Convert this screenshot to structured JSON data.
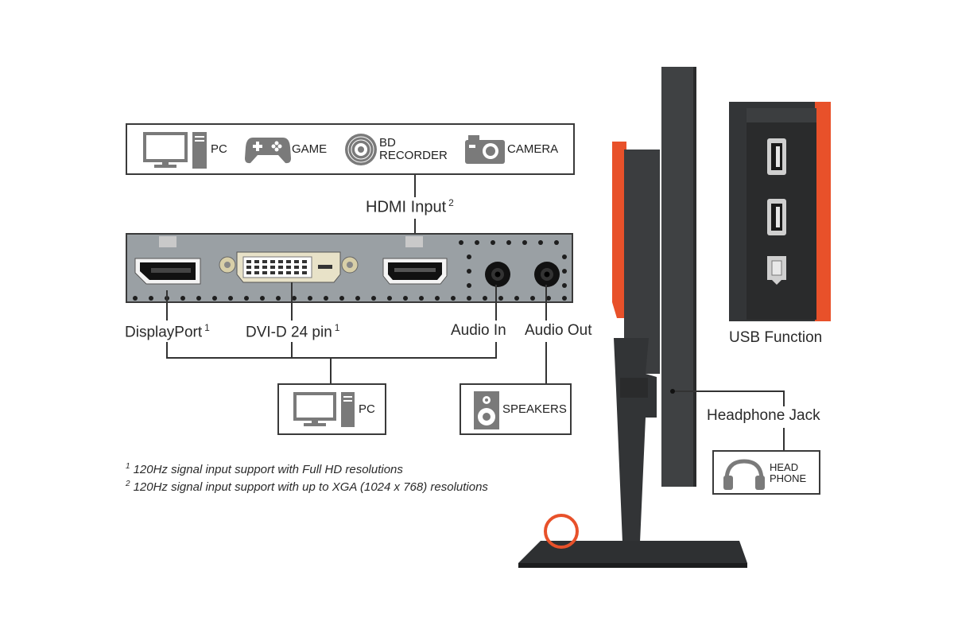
{
  "devices_top": {
    "pc": "PC",
    "game": "GAME",
    "bd_recorder_line1": "BD",
    "bd_recorder_line2": "RECORDER",
    "camera": "CAMERA"
  },
  "hdmi_input": {
    "label": "HDMI Input",
    "sup": "2"
  },
  "ports": {
    "displayport": {
      "label": "DisplayPort",
      "sup": "1"
    },
    "dvi": {
      "label": "DVI-D 24 pin",
      "sup": "1"
    },
    "audio_in": {
      "label": "Audio In"
    },
    "audio_out": {
      "label": "Audio Out"
    }
  },
  "bottom_boxes": {
    "pc": "PC",
    "speakers": "SPEAKERS"
  },
  "usb_function": "USB Function",
  "headphone_jack": "Headphone Jack",
  "headphone_box": {
    "line1": "HEAD",
    "line2": "PHONE"
  },
  "footnotes": [
    {
      "num": "1",
      "text": "120Hz signal input support with Full HD resolutions"
    },
    {
      "num": "2",
      "text": "120Hz signal input support with up to XGA (1024 x 768) resolutions"
    }
  ],
  "colors": {
    "accent_orange": "#e8512a",
    "panel_gray": "#9aa0a4",
    "monitor_body": "#3b3d3f",
    "icon_gray": "#7a7a7a"
  }
}
